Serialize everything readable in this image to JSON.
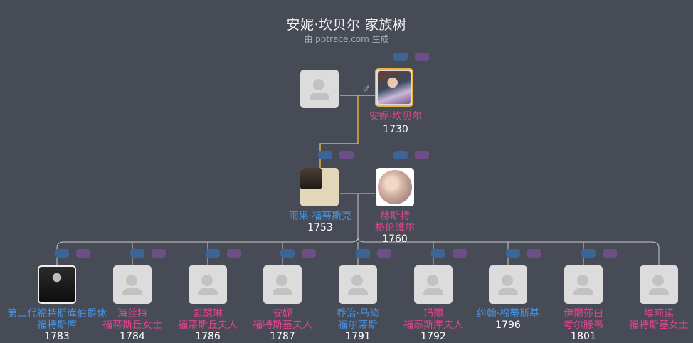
{
  "header": {
    "title": "安妮·坎贝尔 家族树",
    "subtitle": "由 pptrace.com 生成"
  },
  "colors": {
    "background": "#474b55",
    "male_name": "#4a90e2",
    "female_name": "#e0458f",
    "selected_border": "#f0b43c",
    "lineage_line": "#e0b04a",
    "family_line": "#c8c8c8"
  },
  "people": {
    "unknown_spouse": {
      "name": [],
      "year": ""
    },
    "anne": {
      "name": [
        "安妮·坎贝尔"
      ],
      "year": "1730",
      "photo": "portrait"
    },
    "hugo": {
      "name": [
        "雨果·福蒂斯克"
      ],
      "year": "1753",
      "photo": "engraving"
    },
    "hester": {
      "name": [
        "赫斯特",
        "格伦维尔"
      ],
      "year": "1760",
      "photo": "painting"
    },
    "c1": {
      "name": [
        "第二代福特斯库伯爵休",
        "福特斯库"
      ],
      "year": "1783",
      "photo": "portrait"
    },
    "c2": {
      "name": [
        "海丝特",
        "福蒂斯丘女士"
      ],
      "year": "1784"
    },
    "c3": {
      "name": [
        "凯瑟琳",
        "福蒂斯丘夫人"
      ],
      "year": "1786"
    },
    "c4": {
      "name": [
        "安妮",
        "福特斯基夫人"
      ],
      "year": "1787"
    },
    "c5": {
      "name": [
        "乔治·马修",
        "福尔蒂斯"
      ],
      "year": "1791"
    },
    "c6": {
      "name": [
        "玛丽",
        "福泰斯库夫人"
      ],
      "year": "1792"
    },
    "c7": {
      "name": [
        "约翰·福蒂斯基"
      ],
      "year": "1796"
    },
    "c8": {
      "name": [
        "伊丽莎白",
        "考尔滕韦"
      ],
      "year": "1801"
    },
    "c9": {
      "name": [
        "埃莉诺",
        "福特斯基女士"
      ],
      "year": ""
    }
  }
}
